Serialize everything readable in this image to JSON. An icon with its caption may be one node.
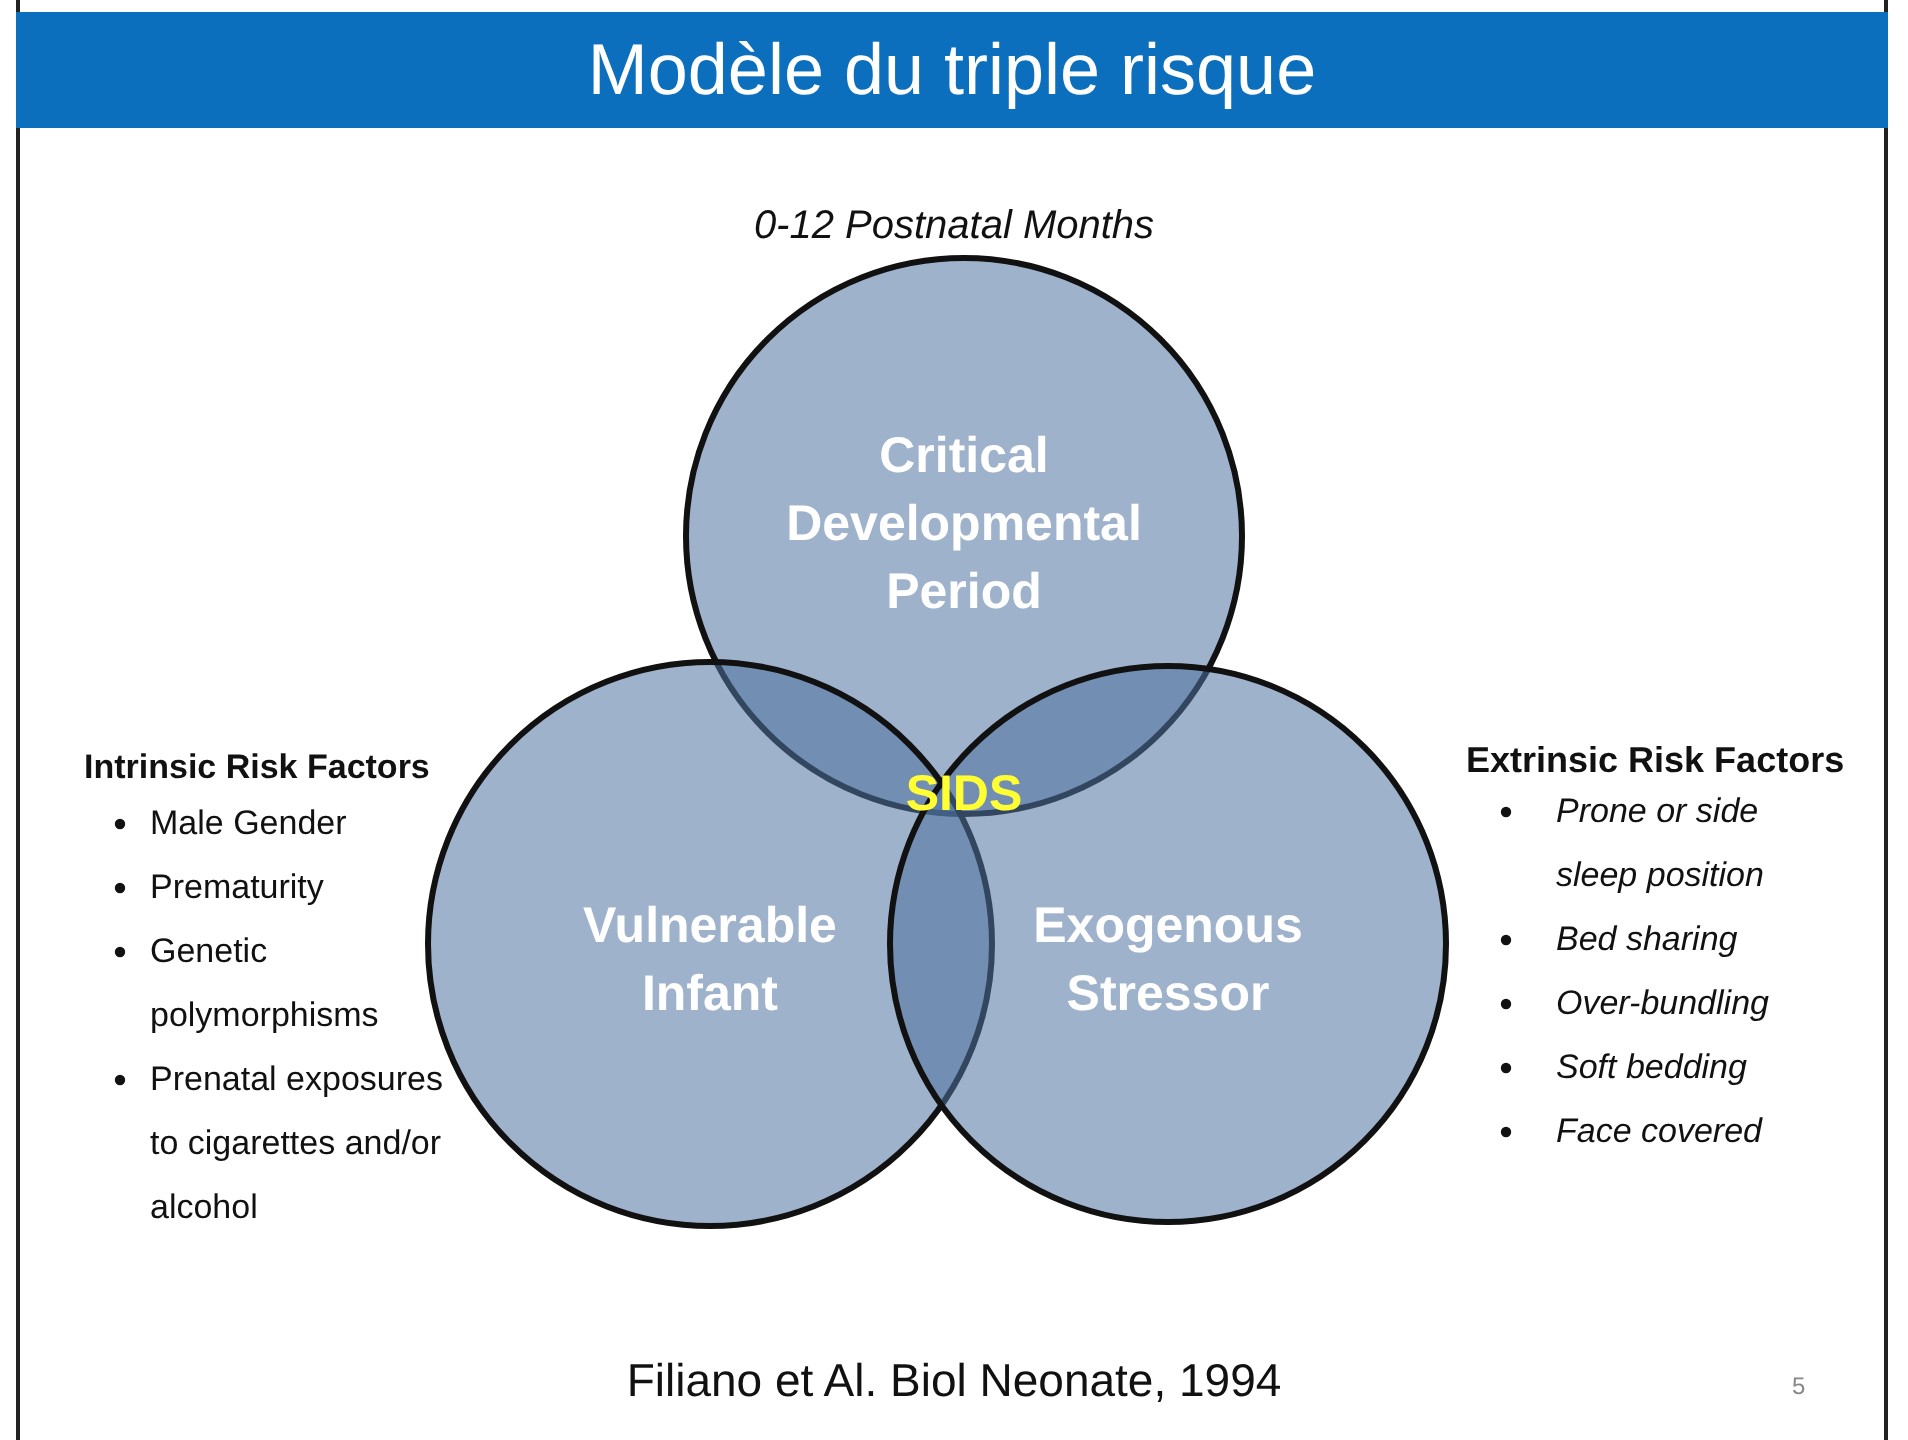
{
  "diagram": {
    "title": "Modèle du triple risque",
    "caption": "Filiano et Al. Biol Neonate, 1994",
    "nodes": [
      {
        "text": [
          "Critical Developmental Period"
        ]
      },
      {
        "text": [
          "Vulnerable Infant"
        ]
      },
      {
        "text": [
          "Exogenous Stressor"
        ]
      }
    ],
    "edges": [],
    "labels": [
      "0-12 Postnatal Months",
      "SIDS",
      "Intrinsic Risk Factors",
      "Male Gender",
      "Prematurity",
      "Genetic polymorphisms",
      "Prenatal exposures to cigarettes and/or alcohol",
      "Extrinsic Risk Factors",
      "Prone or side sleep position",
      "Bed sharing",
      "Over-bundling",
      "Soft bedding",
      "Face covered",
      "5"
    ]
  }
}
